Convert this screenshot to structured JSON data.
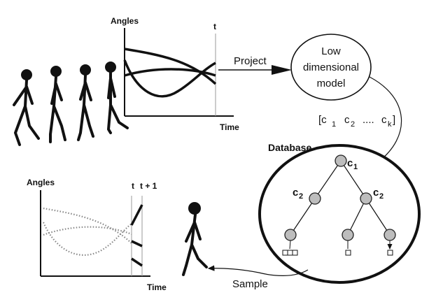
{
  "top_chart": {
    "ylabel": "Angles",
    "xlabel": "Time",
    "marker": "t"
  },
  "project_label": "Project",
  "model": {
    "line1": "Low",
    "line2": "dimensional",
    "line3": "model"
  },
  "coeff": {
    "c1": "[c",
    "s1": "1",
    "c2": "c",
    "s2": "2",
    "dots": "....",
    "ck": "c",
    "sk": "k",
    "close": "]"
  },
  "database": {
    "title": "Database",
    "root_label": "c",
    "root_sub": "1",
    "left_label": "c",
    "left_sub": "2",
    "right_label": "c",
    "right_sub": "2"
  },
  "bottom_chart": {
    "ylabel": "Angles",
    "xlabel": "Time",
    "marker_t": "t",
    "marker_t1": "t + 1"
  },
  "sample_label": "Sample"
}
